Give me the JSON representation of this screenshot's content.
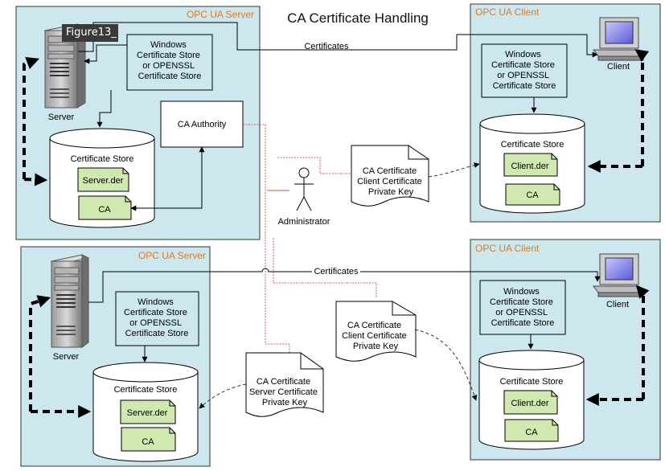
{
  "title": "CA Certificate Handling",
  "figure_tag": "Figure13_",
  "panels": {
    "server_top": "OPC UA Server",
    "client_top": "OPC UA Client",
    "server_bottom": "OPC UA Server",
    "client_bottom": "OPC UA Client"
  },
  "windows_store": [
    "Windows",
    "Certificate Store",
    "or OPENSSL",
    "Certificate Store"
  ],
  "cert_store": "Certificate Store",
  "files": {
    "server": "Server.der",
    "client": "Client.der",
    "ca": "CA"
  },
  "ca_authority": "CA Authority",
  "server_label": "Server",
  "client_label": "Client",
  "administrator": "Administrator",
  "certificates_label": "Certificates",
  "docs": {
    "client_key": [
      "CA Certificate",
      "Client Certificate",
      "Private Key"
    ],
    "server_key": [
      "CA Certificate",
      "Server Certificate",
      "Private Key"
    ]
  },
  "colors": {
    "panel": "#cde7ef",
    "panel_title": "#e07a1f",
    "box": "#cfe9b0",
    "red_line": "#d9534f",
    "arrow": "#000000"
  }
}
